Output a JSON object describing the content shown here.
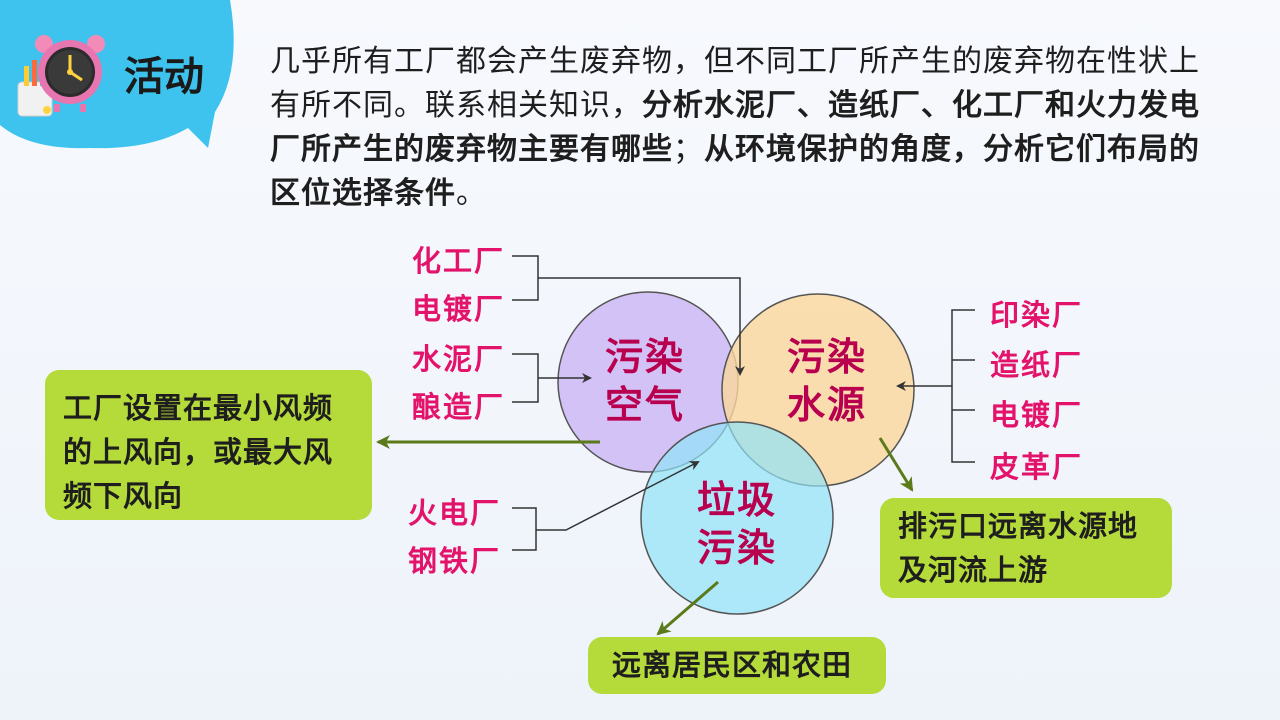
{
  "badge": {
    "title": "活动",
    "icon": "alarm-clock-icon",
    "bubble_color": "#3ec3ee"
  },
  "intro": {
    "part1": "几乎所有工厂都会产生废弃物，但不同工厂所产生的废弃物在性状上有所不同。联系相关知识，",
    "part2_bold": "分析水泥厂、造纸厂、化工厂和火力发电厂所产生的废弃物主要有哪些",
    "part3": "；",
    "part4_bold": "从环境保护的角度，分析它们布局的区位选择条件",
    "part5": "。"
  },
  "circles": {
    "air": {
      "line1": "污染",
      "line2": "空气",
      "color": "#cdb8f5"
    },
    "water": {
      "line1": "污染",
      "line2": "水源",
      "color": "#fbd79b"
    },
    "waste": {
      "line1": "垃圾",
      "line2": "污染",
      "color": "#90e2f8"
    }
  },
  "factories": {
    "top_left": [
      "化工厂",
      "电镀厂"
    ],
    "mid_left": [
      "水泥厂",
      "酿造厂"
    ],
    "bottom_left": [
      "火电厂",
      "钢铁厂"
    ],
    "right": [
      "印染厂",
      "造纸厂",
      "电镀厂",
      "皮革厂"
    ]
  },
  "measures": {
    "air": "工厂设置在最小风频的上风向，或最大风频下风向",
    "water": "排污口远离水源地及河流上游",
    "waste": "远离居民区和农田"
  },
  "colors": {
    "factory_text": "#e3136b",
    "circle_text": "#b8004f",
    "box_fill": "#b5db3a",
    "arrow_green": "#5b7a1a"
  }
}
